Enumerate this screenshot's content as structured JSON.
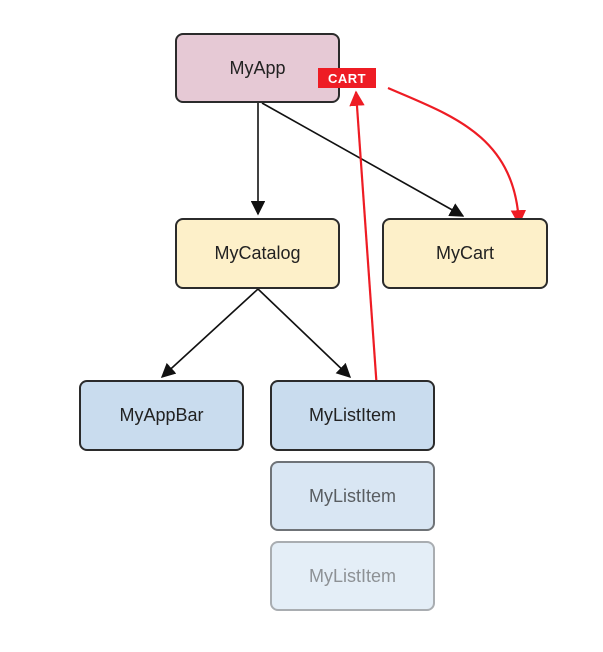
{
  "colors": {
    "app": "#e6c9d5",
    "catalog_cart": "#fdf0c9",
    "list_blue": "#c9dcee",
    "list_blue_2": "#d9e6f3",
    "list_blue_3": "#e4eef7",
    "accent_red": "#ee1c24",
    "edge": "#111111"
  },
  "nodes": {
    "myapp": "MyApp",
    "mycatalog": "MyCatalog",
    "mycart": "MyCart",
    "myappbar": "MyAppBar",
    "mylistitem_1": "MyListItem",
    "mylistitem_2": "MyListItem",
    "mylistitem_3": "MyListItem"
  },
  "badge": {
    "label": "CART"
  }
}
